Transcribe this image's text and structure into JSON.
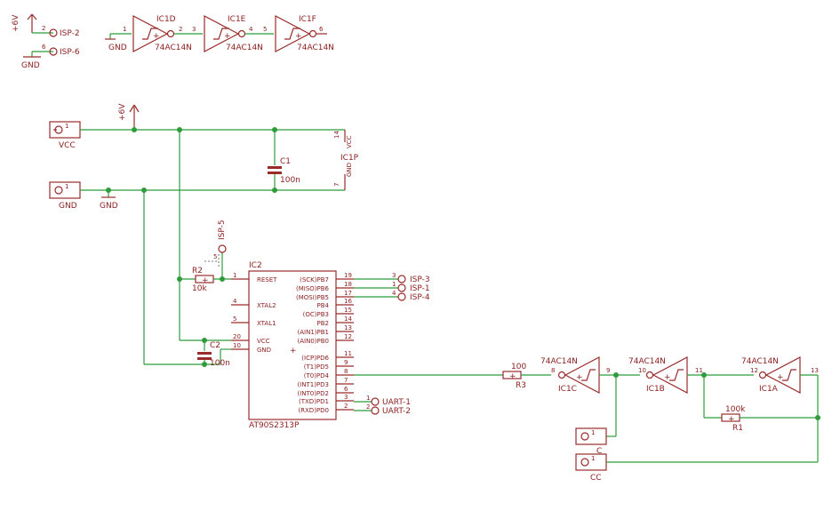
{
  "supply": {
    "plus6v": "+6V",
    "gnd": "GND"
  },
  "isp_header": {
    "isp2": "ISP-2",
    "isp6": "ISP-6",
    "isp5": "ISP-5",
    "isp3": "ISP-3",
    "isp1": "ISP-1",
    "isp4": "ISP-4",
    "pin2": "2",
    "pin6": "6",
    "pin5": "5",
    "pin3": "3",
    "pin1": "1",
    "pin4": "4"
  },
  "inverters": {
    "part": "74AC14N",
    "ic1d": {
      "name": "IC1D",
      "in": "1",
      "out": "2"
    },
    "ic1e": {
      "name": "IC1E",
      "in": "3",
      "out": "4"
    },
    "ic1f": {
      "name": "IC1F",
      "in": "5",
      "out": "6"
    },
    "ic1c": {
      "name": "IC1C",
      "in": "8",
      "out": "9"
    },
    "ic1b": {
      "name": "IC1B",
      "in": "10",
      "out": "11"
    },
    "ic1a": {
      "name": "IC1A",
      "in": "12",
      "out": "13"
    }
  },
  "connectors": {
    "vcc": "VCC",
    "gnd": "GND",
    "c": "C",
    "cc": "CC",
    "pin1": "1"
  },
  "components": {
    "c1": {
      "name": "C1",
      "value": "100n"
    },
    "c2": {
      "name": "C2",
      "value": "100n"
    },
    "r2": {
      "name": "R2",
      "value": "10k"
    },
    "r3": {
      "name": "R3",
      "value": "100"
    },
    "r1": {
      "name": "R1",
      "value": "100k"
    },
    "ic1p": {
      "name": "IC1P",
      "vcc_label": "VCC",
      "gnd_label": "GND",
      "pin14": "14",
      "pin7": "7"
    }
  },
  "mcu": {
    "name": "IC2",
    "part": "AT90S2313P",
    "left_pins": [
      {
        "num": "1",
        "label": "RESET"
      },
      {
        "num": "4",
        "label": "XTAL2"
      },
      {
        "num": "5",
        "label": "XTAL1"
      },
      {
        "num": "20",
        "label": "VCC"
      },
      {
        "num": "10",
        "label": "GND"
      }
    ],
    "right_pins": [
      {
        "num": "19",
        "label": "(SCK)PB7"
      },
      {
        "num": "18",
        "label": "(MISO)PB6"
      },
      {
        "num": "17",
        "label": "(MOSI)PB5"
      },
      {
        "num": "16",
        "label": "PB4"
      },
      {
        "num": "15",
        "label": "(OC)PB3"
      },
      {
        "num": "14",
        "label": "PB2"
      },
      {
        "num": "13",
        "label": "(AIN1)PB1"
      },
      {
        "num": "12",
        "label": "(AIN0)PB0"
      },
      {
        "num": "11",
        "label": "(ICP)PD6"
      },
      {
        "num": "9",
        "label": "(T1)PD5"
      },
      {
        "num": "8",
        "label": "(T0)PD4"
      },
      {
        "num": "7",
        "label": "(INT1)PD3"
      },
      {
        "num": "6",
        "label": "(INT0)PD2"
      },
      {
        "num": "3",
        "label": "(TXD)PD1"
      },
      {
        "num": "2",
        "label": "(RXD)PD0"
      }
    ]
  },
  "uart": {
    "uart1": "UART-1",
    "uart2": "UART-2",
    "pin1": "1",
    "pin2": "2"
  }
}
